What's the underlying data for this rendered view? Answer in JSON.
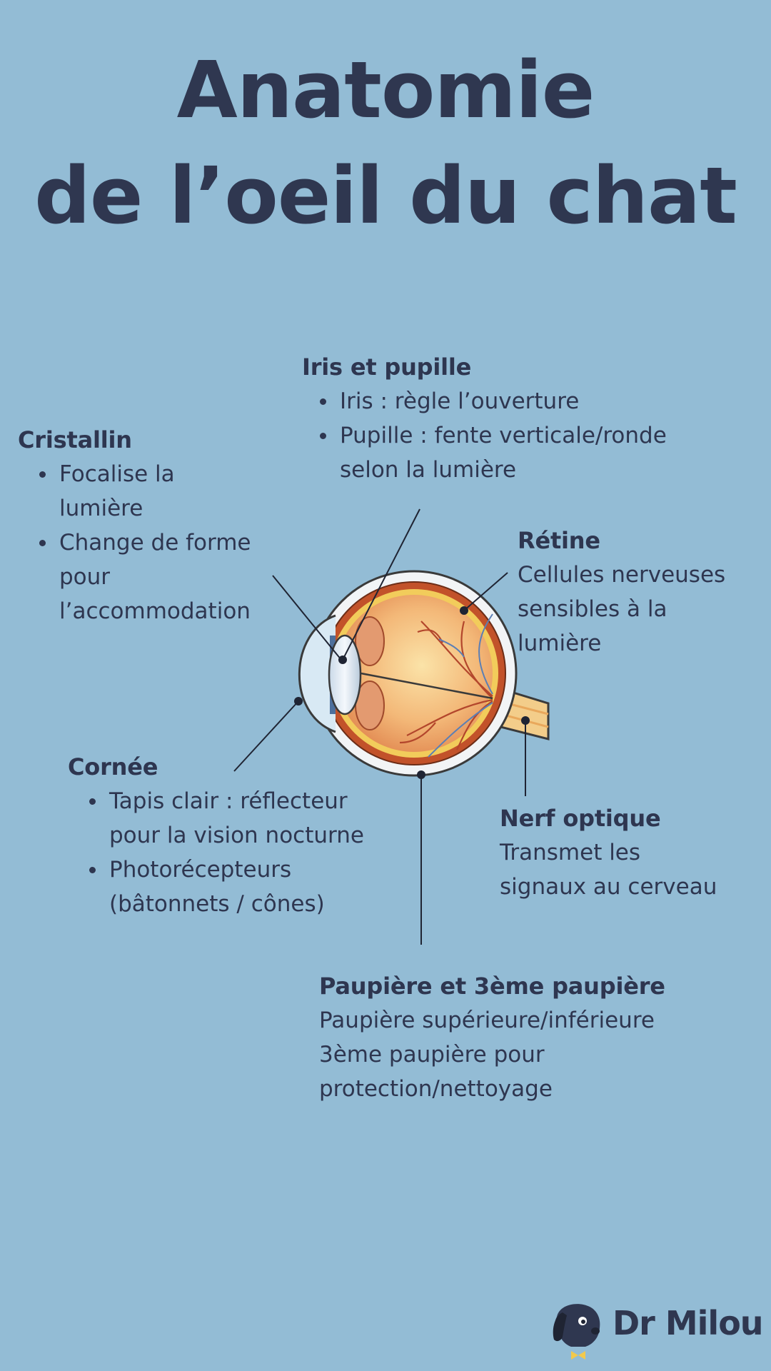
{
  "title": {
    "line1": "Anatomie",
    "line2": "de l’oeil du chat"
  },
  "labels": {
    "iris": {
      "heading": "Iris et pupille",
      "bullets": [
        "Iris : règle l’ouverture",
        "Pupille : fente verticale/ronde selon la lumière"
      ]
    },
    "cristallin": {
      "heading": "Cristallin",
      "bullets": [
        "Focalise la lumière",
        "Change de forme pour l’accommodation"
      ]
    },
    "retine": {
      "heading": "Rétine",
      "lines": [
        "Cellules nerveuses",
        "sensibles à la",
        "lumière"
      ]
    },
    "cornee": {
      "heading": "Cornée",
      "bullets": [
        "Tapis clair : réflecteur pour la vision nocturne",
        "Photorécepteurs (bâtonnets / cônes)"
      ]
    },
    "nerf": {
      "heading": "Nerf optique",
      "lines": [
        "Transmet les",
        "signaux au cerveau"
      ]
    },
    "paupiere": {
      "heading": "Paupière et 3ème paupière",
      "lines": [
        "Paupière supérieure/inférieure",
        "3ème paupière pour",
        "protection/nettoyage"
      ]
    }
  },
  "logo": {
    "text": "Dr Milou"
  },
  "colors": {
    "background": "#93bcd5",
    "text": "#2e3650",
    "eye_outer": "#c2522a",
    "eye_inner": "#f6c98d",
    "sclera": "#f2f4f6",
    "lens": "#dde8f2",
    "logo_accent": "#f2c94c"
  },
  "icons": [
    "eye-anatomy-illustration",
    "dog-head-logo-icon"
  ]
}
